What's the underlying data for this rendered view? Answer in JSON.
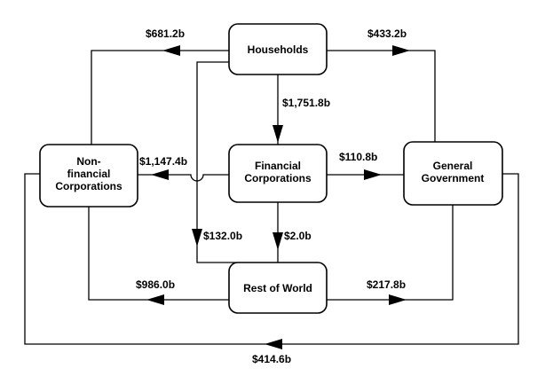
{
  "diagram": {
    "colors": {
      "line": "#000000",
      "box_fill": "#ffffff",
      "background": "#ffffff"
    },
    "nodes": {
      "households": {
        "lines": [
          "Households"
        ]
      },
      "nonfinancial": {
        "lines": [
          "Non-",
          "financial",
          "Corporations"
        ]
      },
      "financial": {
        "lines": [
          "Financial",
          "Corporations"
        ]
      },
      "government": {
        "lines": [
          "General",
          "Government"
        ]
      },
      "restofworld": {
        "lines": [
          "Rest of World"
        ]
      }
    },
    "flows": {
      "households_to_nonfinancial": {
        "label": "$681.2b",
        "from": "Households",
        "to": "Non-financial Corporations"
      },
      "households_to_government": {
        "label": "$433.2b",
        "from": "Households",
        "to": "General Government"
      },
      "households_to_financial": {
        "label": "$1,751.8b",
        "from": "Households",
        "to": "Financial Corporations"
      },
      "financial_to_nonfinancial": {
        "label": "$1,147.4b",
        "from": "Financial Corporations",
        "to": "Non-financial Corporations"
      },
      "financial_to_government": {
        "label": "$110.8b",
        "from": "Financial Corporations",
        "to": "General Government"
      },
      "households_to_restofworld": {
        "label": "$132.0b",
        "from": "Households",
        "to": "Rest of World"
      },
      "financial_to_restofworld": {
        "label": "$2.0b",
        "from": "Financial Corporations",
        "to": "Rest of World"
      },
      "restofworld_to_nonfinancial": {
        "label": "$986.0b",
        "from": "Rest of World",
        "to": "Non-financial Corporations"
      },
      "restofworld_to_government": {
        "label": "$217.8b",
        "from": "Rest of World",
        "to": "General Government"
      },
      "government_to_nonfinancial": {
        "label": "$414.6b",
        "from": "General Government",
        "to": "Non-financial Corporations"
      }
    }
  }
}
